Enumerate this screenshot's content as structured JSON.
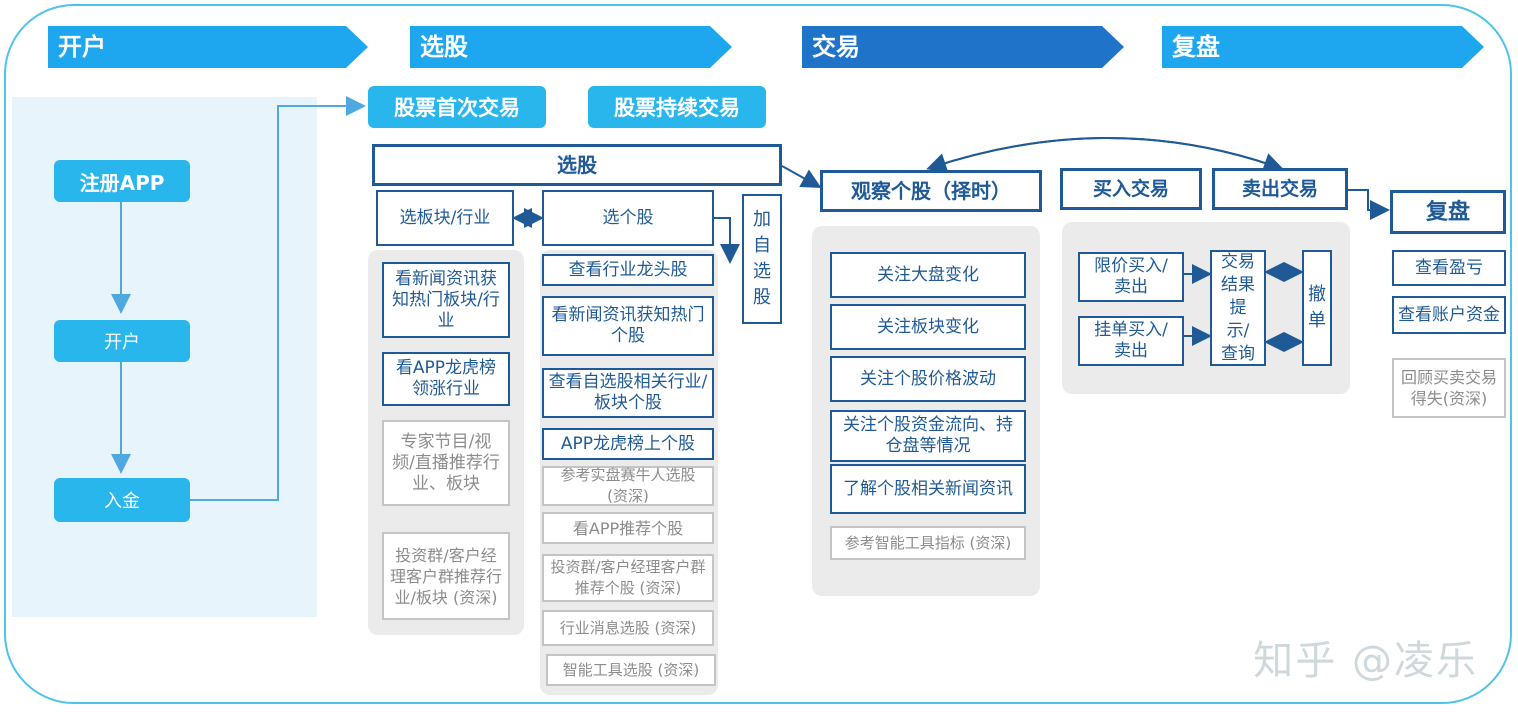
{
  "phases": [
    "开户",
    "选股",
    "交易",
    "复盘"
  ],
  "account": {
    "steps": [
      "注册APP",
      "开户",
      "入金"
    ]
  },
  "trade_types": [
    "股票首次交易",
    "股票持续交易"
  ],
  "select": {
    "title": "选股",
    "sector_title": "选板块/行业",
    "stock_title": "选个股",
    "watchlist": "加自选股",
    "sector_methods": [
      "看新闻资讯获知热门板块/行业",
      "看APP龙虎榜领涨行业",
      "专家节目/视频/直播推荐行业、板块",
      "投资群/客户经理客户群推荐行业/板块 (资深)"
    ],
    "stock_methods": [
      "查看行业龙头股",
      "看新闻资讯获知热门个股",
      "查看自选股相关行业/板块个股",
      "APP龙虎榜上个股",
      "参考实盘赛牛人选股 (资深)",
      "看APP推荐个股",
      "投资群/客户经理客户群推荐个股 (资深)",
      "行业消息选股 (资深)",
      "智能工具选股 (资深)"
    ]
  },
  "trade": {
    "observe_title": "观察个股（择时）",
    "buy_title": "买入交易",
    "sell_title": "卖出交易",
    "observe_items": [
      "关注大盘变化",
      "关注板块变化",
      "关注个股价格波动",
      "关注个股资金流向、持仓盘等情况",
      "了解个股相关新闻资讯",
      "参考智能工具指标 (资深)"
    ],
    "order_types": [
      "限价买入/卖出",
      "挂单买入/卖出"
    ],
    "result": "交易结果提示/查询",
    "cancel": "撤单"
  },
  "review": {
    "title": "复盘",
    "items": [
      "查看盈亏",
      "查看账户资金",
      "回顾买卖交易得失(资深)"
    ]
  },
  "watermark": "知乎 @凌乐",
  "colors": {
    "phase_light": "#1ea7ef",
    "phase_dark": "#1f73c8",
    "cyan": "#29b6ec",
    "navy": "#1f5a96",
    "frame": "#4fc3e8"
  }
}
